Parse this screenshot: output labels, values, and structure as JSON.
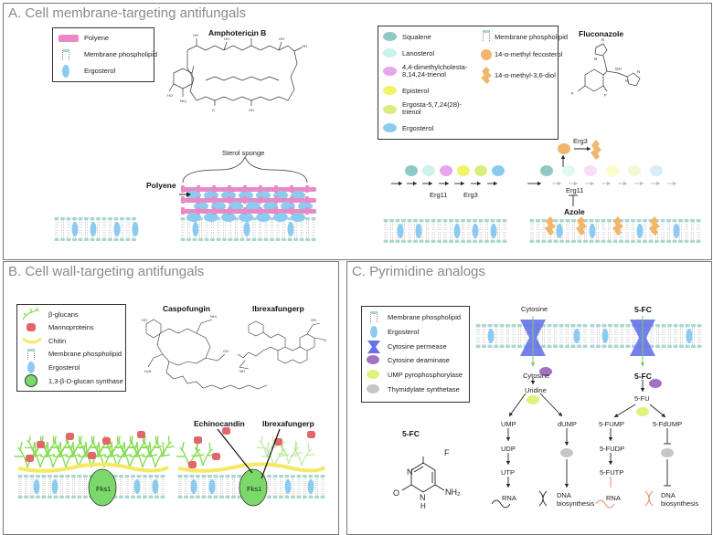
{
  "panel_a": {
    "title": "A. Cell membrane-targeting antifungals",
    "legend1": [
      "Polyene",
      "Membrane phospholipid",
      "Ergosterol"
    ],
    "amphotericin_title": "Amphotericin B",
    "sterol_sponge": "Sterol sponge",
    "polyene_label": "Polyene",
    "legend2_left": [
      "Squalene",
      "Lanosterol",
      "4,4-dimethylcholesta-8,14,24-trienol",
      "Episterol",
      "Ergosta-5,7,24(28)-trienol",
      "Ergosterol"
    ],
    "legend2_right": [
      "Membrane phospholipid",
      "14-α-methyl fecosterol",
      "14-α-methyl-3,6-diol"
    ],
    "fluconazole_title": "Fluconazole",
    "erg11_left": "Erg11",
    "erg3_left": "Erg3",
    "erg3_right": "Erg3",
    "erg11_right": "Erg11",
    "azole_label": "Azole"
  },
  "panel_b": {
    "title": "B. Cell wall-targeting antifungals",
    "legend": [
      "β-glucans",
      "Mannoproteins",
      "Chitin",
      "Membrane phospholipid",
      "Ergosterol",
      "1,3-β-D-glucan synthase"
    ],
    "caspofungin_title": "Caspofungin",
    "ibrexafungerp_title": "Ibrexafungerp",
    "echinocandin_label": "Echinocandin",
    "ibrexafungerp_label": "Ibrexafungerp",
    "fks1_left": "Fks1",
    "fks1_right": "Fks1"
  },
  "panel_c": {
    "title": "C. Pyrimidine analogs",
    "legend": [
      "Membrane phospholipid",
      "Ergosterol",
      "Cytosine permease",
      "Cytosine deaminase",
      "UMP pyrophosphorylase",
      "Thymidylate synthetase"
    ],
    "fc_title": "5-FC",
    "struct_F": "F",
    "struct_N1": "N",
    "struct_N2": "N",
    "struct_O": "O",
    "struct_H": "H",
    "struct_NH2": "NH₂",
    "left_path": {
      "top": "Cytosine",
      "cytosine": "Cytosine",
      "uridine": "Uridine",
      "ump": "UMP",
      "dump": "dUMP",
      "udp": "UDP",
      "utp": "UTP",
      "rna": "RNA",
      "dna": "DNA\nbiosynthesis"
    },
    "right_path": {
      "top": "5-FC",
      "fc": "5-FC",
      "fu": "5-FU",
      "fump": "5-FUMP",
      "fdump": "5-FdUMP",
      "fudp": "5-FUDP",
      "futp": "5-FUTP",
      "rna": "RNA",
      "dna": "DNA\nbiosynthesis"
    }
  },
  "colors": {
    "polyene": "#e98ac6",
    "membrane": "#a7d7d2",
    "ergosterol": "#8ccbf0",
    "squalene": "#8fc9c3",
    "lanosterol": "#ccf2ec",
    "dimethyl": "#e7a4ef",
    "episterol": "#f3f36b",
    "ergosta": "#d8ef7f",
    "fecosterol": "#f1b56b",
    "diol": "#f1b56b",
    "glucan": "#8bdc5a",
    "mannoprotein": "#e3676a",
    "chitin": "#f5e863",
    "fks1": "#7ad96a",
    "permease": "#6672e8",
    "deaminase": "#a071c4",
    "ump_pyro": "#dff27b",
    "thymidylate": "#c6c6c6"
  }
}
